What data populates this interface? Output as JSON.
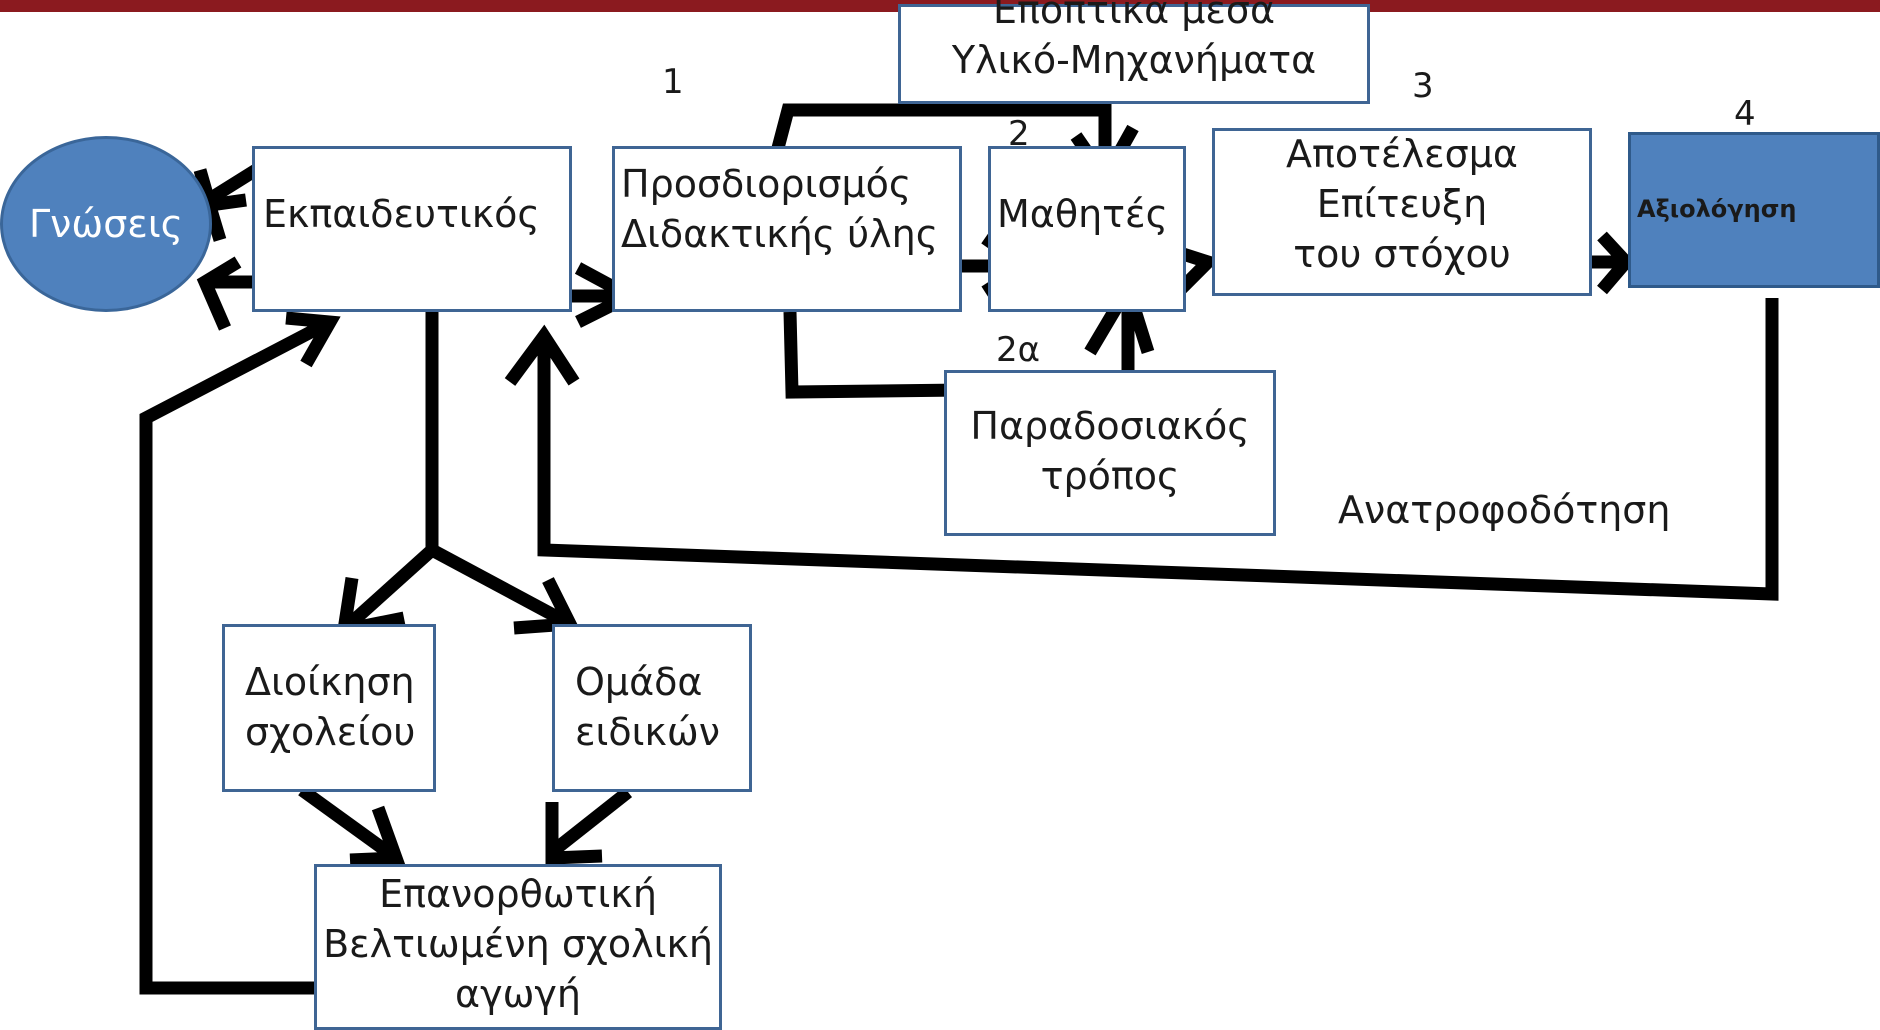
{
  "diagram": {
    "knowledge": "Γνώσεις",
    "teacher": "Εκπαιδευτικός",
    "material": [
      "Προσδιορισμός",
      "Διδακτικής ύλης"
    ],
    "students": "Μαθητές",
    "visual_aids": [
      "Εποπτικά μέσα",
      "Υλικό-Μηχανήματα"
    ],
    "result": [
      "Αποτέλεσμα",
      "Επίτευξη",
      "του στόχου"
    ],
    "evaluation": "Αξιολόγηση",
    "traditional": [
      "Παραδοσιακός",
      "τρόπος"
    ],
    "feedback": "Ανατροφοδότηση",
    "administration": [
      "Διοίκηση",
      "σχολείου"
    ],
    "specialists": [
      "Ομάδα",
      "ειδικών"
    ],
    "remedial": [
      "Επανορθωτική",
      "Βελτιωμένη σχολική",
      "αγωγή"
    ],
    "step_labels": {
      "s1": "1",
      "s2": "2",
      "s2a": "2α",
      "s3": "3",
      "s4": "4"
    }
  },
  "colors": {
    "box_border": "#3f6594",
    "accent_fill": "#4f81bd",
    "top_bar": "#8b1a1f",
    "arrow": "#000000"
  }
}
